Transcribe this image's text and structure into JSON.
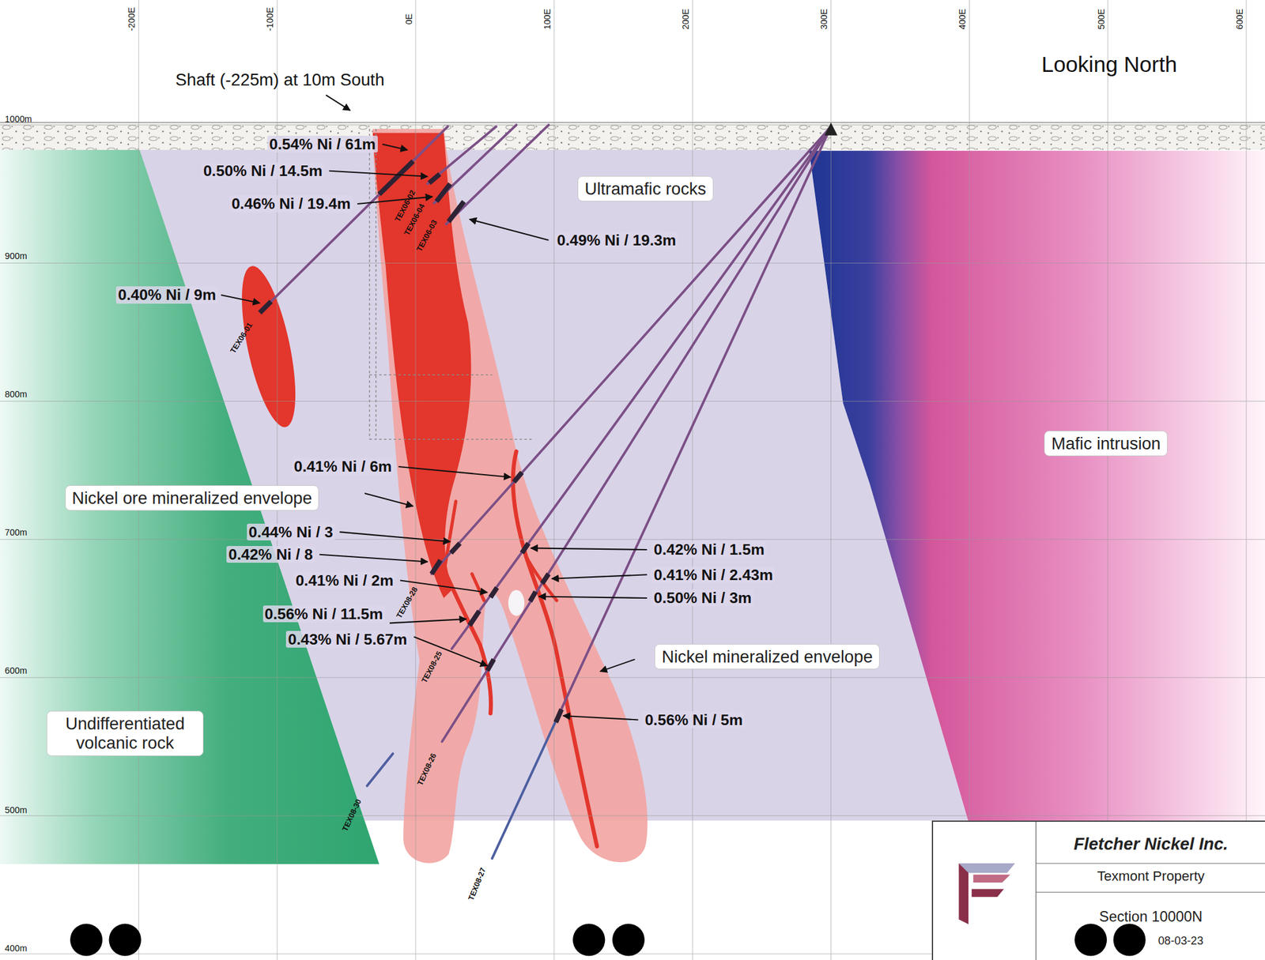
{
  "diagram": {
    "nodes": [
      {
        "text": [
          "Ultramafic rocks"
        ]
      },
      {
        "text": [
          "Mafic intrusion"
        ]
      },
      {
        "text": [
          "Nickel ore mineralized envelope"
        ]
      },
      {
        "text": [
          "Nickel mineralized envelope"
        ]
      },
      {
        "text": [
          "Undifferentiated volcanic rock"
        ]
      },
      {
        "text": [
          "Fletcher Nickel Inc.",
          "Texmont Property",
          "Section 10000N",
          "08-03-23"
        ]
      }
    ],
    "labels": [
      "Looking North",
      "Shaft (-225m) at 10m South",
      "-200E",
      "-100E",
      "0E",
      "100E",
      "200E",
      "300E",
      "400E",
      "500E",
      "600E",
      "1000m",
      "900m",
      "800m",
      "700m",
      "600m",
      "500m",
      "400m",
      "0.54% Ni / 61m",
      "0.50% Ni / 14.5m",
      "0.46% Ni / 19.4m",
      "0.49% Ni / 19.3m",
      "0.40% Ni / 9m",
      "0.41% Ni / 6m",
      "0.44% Ni / 3",
      "0.42% Ni / 8",
      "0.41% Ni / 2m",
      "0.56% Ni / 11.5m",
      "0.43% Ni / 5.67m",
      "0.42% Ni / 1.5m",
      "0.41% Ni / 2.43m",
      "0.50% Ni / 3m",
      "0.56% Ni / 5m",
      "TEX06-01",
      "TEX06-02",
      "TEX06-04",
      "TEX06-03",
      "TEX08-28",
      "TEX08-25",
      "TEX08-26",
      "TEX08-30",
      "TEX08-27"
    ]
  }
}
